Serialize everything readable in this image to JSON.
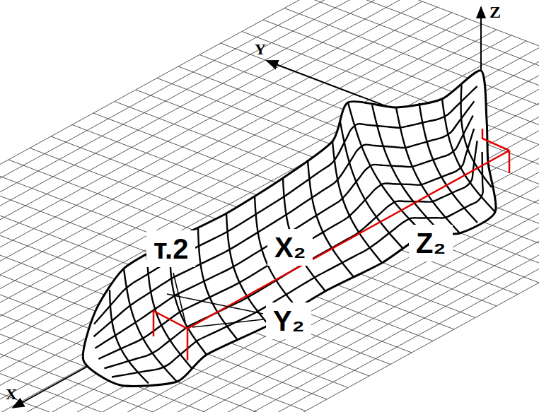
{
  "diagram": {
    "labels": [
      "Z",
      "Y",
      "X",
      "т.2",
      "X₂",
      "Z₂",
      "Y₂"
    ]
  }
}
